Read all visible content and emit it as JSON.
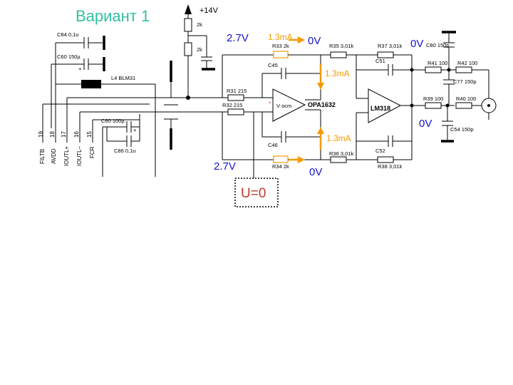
{
  "title": "Вариант 1",
  "title_color": "#33bfa0",
  "supply": "+14V",
  "colors": {
    "voltage": "#1414d2",
    "current": "#f59a00",
    "u_zero": "#c0392b"
  },
  "voltages": {
    "v_top_left": "2.7V",
    "v_top_mid": "0V",
    "v_bottom_left": "2.7V",
    "v_bottom_mid": "0V",
    "v_right_top": "0V",
    "v_right_bottom": "0V"
  },
  "currents": {
    "i_top_left": "1.3mA",
    "i_top_right": "1.3mA",
    "i_bottom_left": "1.3mA"
  },
  "u_zero": "U=0",
  "components": {
    "c84": "C84  0,1u",
    "c60a": "C60  150µ",
    "l4": "L4 BLM31",
    "c60b": "C60  100µ",
    "c86": "C86  0,1u",
    "r_2k_top": "2k",
    "r_2k_mid": "2k",
    "r33": "R33  2k",
    "r34": "R34  2k",
    "r35": "R35  3,01k",
    "r36": "R36  3,01k",
    "r37": "R37  3,01k",
    "r38": "R38  3,01k",
    "r31": "R31  215",
    "r32": "R32  215",
    "c45": "C45",
    "c46": "C46",
    "c51": "C51",
    "c52": "C52",
    "opa": "OPA1632",
    "lm": "LM318",
    "vocm": "V ocm",
    "r39": "R39  100",
    "r40": "R40  100",
    "r41": "R41  100",
    "r42": "R42  100",
    "c80": "C80  150p",
    "c77": "C77  150p",
    "c54": "C54  150p",
    "plus": "+"
  },
  "pins": [
    {
      "num": "19",
      "name": "FILTB"
    },
    {
      "num": "18",
      "name": "AVDD"
    },
    {
      "num": "17",
      "name": "IOUTL+"
    },
    {
      "num": "16",
      "name": "IOUTL–"
    },
    {
      "num": "15",
      "name": "FCR"
    }
  ]
}
